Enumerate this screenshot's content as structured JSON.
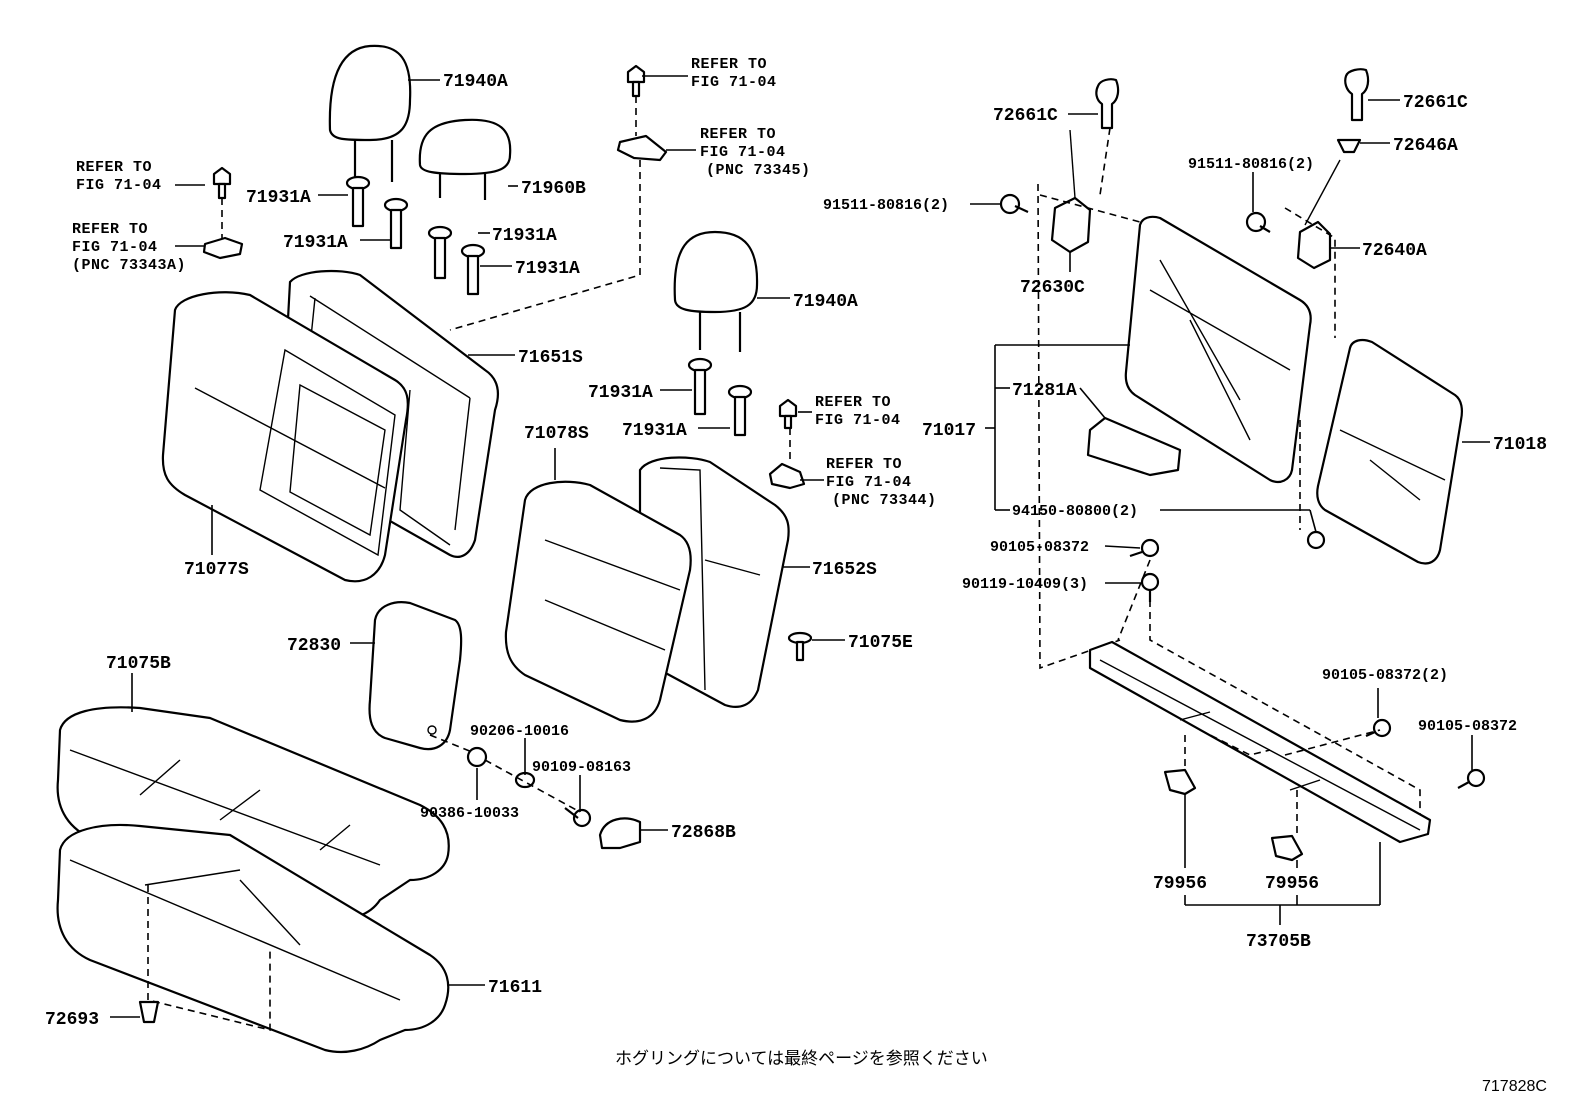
{
  "labels": {
    "p71940A_1": "71940A",
    "p71960B": "71960B",
    "p71931A_1": "71931A",
    "p71931A_2": "71931A",
    "p71931A_3": "71931A",
    "p71931A_4": "71931A",
    "p71651S": "71651S",
    "p71077S": "71077S",
    "p71940A_2": "71940A",
    "p71931A_5": "71931A",
    "p71931A_6": "71931A",
    "p71078S": "71078S",
    "p71652S": "71652S",
    "p71075E": "71075E",
    "p72830": "72830",
    "p71075B": "71075B",
    "p90206": "90206-10016",
    "p90109": "90109-08163",
    "p90386": "90386-10033",
    "p72868B": "72868B",
    "p71611": "71611",
    "p72693": "72693",
    "p72661C_1": "72661C",
    "p72661C_2": "72661C",
    "p72646A": "72646A",
    "p91511_1": "91511-80816(2)",
    "p91511_2": "91511-80816(2)",
    "p72630C": "72630C",
    "p72640A": "72640A",
    "p71281A": "71281A",
    "p71017": "71017",
    "p71018": "71018",
    "p94150": "94150-80800(2)",
    "p90105_1": "90105-08372",
    "p90119": "90119-10409(3)",
    "p90105_2": "90105-08372(2)",
    "p90105_3": "90105-08372",
    "p79956_1": "79956",
    "p79956_2": "79956",
    "p73705B": "73705B"
  },
  "refs": {
    "r1": {
      "l1": "REFER TO",
      "l2": "FIG 71-04"
    },
    "r2": {
      "l1": "REFER TO",
      "l2": "FIG 71-04",
      "l3": "(PNC 73343A)"
    },
    "r3": {
      "l1": "REFER TO",
      "l2": "FIG 71-04"
    },
    "r4": {
      "l1": "REFER TO",
      "l2": "FIG 71-04",
      "l3": "(PNC 73345)"
    },
    "r5": {
      "l1": "REFER TO",
      "l2": "FIG 71-04"
    },
    "r6": {
      "l1": "REFER TO",
      "l2": "FIG 71-04",
      "l3": "(PNC 73344)"
    }
  },
  "footer": {
    "note": "ホグリングについては最終ページを参照ください",
    "code": "717828C"
  }
}
